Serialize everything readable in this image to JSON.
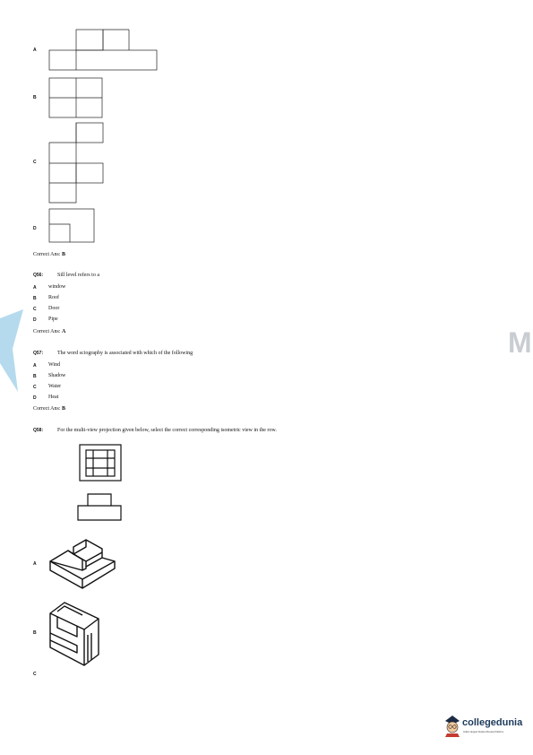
{
  "q55": {
    "options": [
      {
        "letter": "A"
      },
      {
        "letter": "B"
      },
      {
        "letter": "C"
      },
      {
        "letter": "D"
      }
    ],
    "answer_label": "Correct Ans:",
    "answer_value": "B"
  },
  "q56": {
    "number": "Q56:",
    "text": "Sill level refers to a",
    "options": [
      {
        "letter": "A",
        "text": "window"
      },
      {
        "letter": "B",
        "text": "Roof"
      },
      {
        "letter": "C",
        "text": "Door"
      },
      {
        "letter": "D",
        "text": "Pipe"
      }
    ],
    "answer_label": "Correct Ans:",
    "answer_value": "A"
  },
  "q57": {
    "number": "Q57:",
    "text": "The word sciography is associated with which of the following",
    "options": [
      {
        "letter": "A",
        "text": "Wind"
      },
      {
        "letter": "B",
        "text": "Shadow"
      },
      {
        "letter": "C",
        "text": "Water"
      },
      {
        "letter": "D",
        "text": "Heat"
      }
    ],
    "answer_label": "Correct Ans:",
    "answer_value": "B"
  },
  "q58": {
    "number": "Q58:",
    "text": "For the multi-view projection given below, select the correct corresponding isometric view in the row.",
    "options": [
      {
        "letter": "A"
      },
      {
        "letter": "B"
      },
      {
        "letter": "C"
      }
    ]
  },
  "watermark": {
    "letter": "M",
    "color": "#c9ccd1"
  },
  "side_accent": {
    "color": "#a8d4ea"
  },
  "logo": {
    "name": "collegedunia",
    "tagline": "India's largest Student Review Platform",
    "icon": "student-mascot-icon"
  }
}
